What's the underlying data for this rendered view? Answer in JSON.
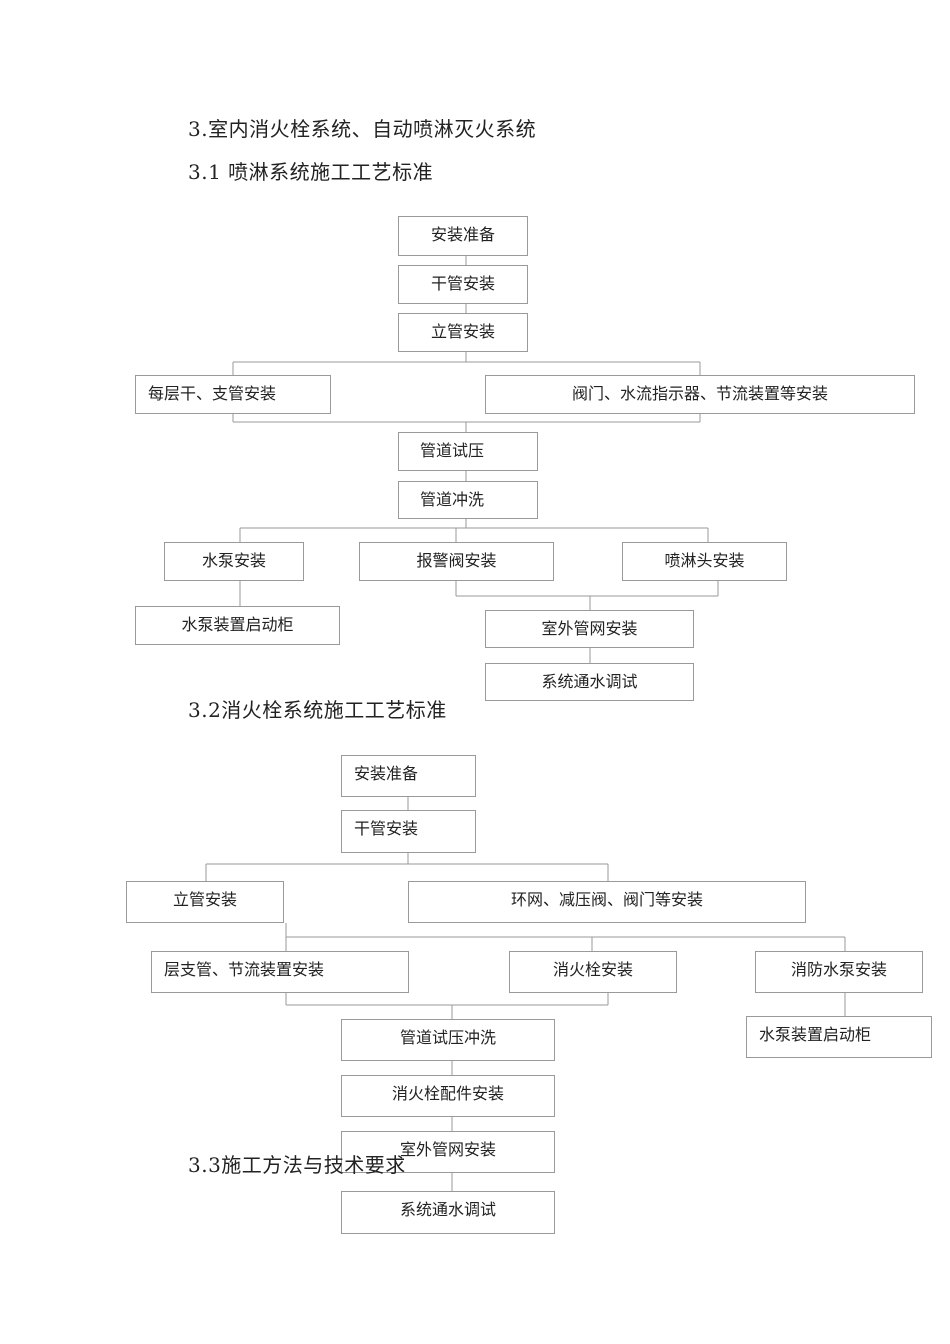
{
  "headings": {
    "h3": "3.室内消火栓系统、自动喷淋灭火系统",
    "h31": "3.1 喷淋系统施工工艺标准",
    "h32": "3.2消火栓系统施工工艺标准",
    "h33": "3.3施工方法与技术要求"
  },
  "sprinkler_flow": {
    "prepare": "安装准备",
    "main_pipe": "干管安装",
    "riser": "立管安装",
    "branch": "每层干、支管安装",
    "valves": "阀门、水流指示器、节流装置等安装",
    "pressure_test": "管道试压",
    "flush": "管道冲洗",
    "pump": "水泵安装",
    "alarm_valve": "报警阀安装",
    "sprinkler_head": "喷淋头安装",
    "pump_cabinet": "水泵装置启动柜",
    "outdoor_net": "室外管网安装",
    "commissioning": "系统通水调试"
  },
  "hydrant_flow": {
    "prepare": "安装准备",
    "main_pipe": "干管安装",
    "riser": "立管安装",
    "ring_net": "环网、减压阀、阀门等安装",
    "floor_branch": "层支管、节流装置安装",
    "hydrant": "消火栓安装",
    "fire_pump": "消防水泵安装",
    "pump_cabinet": "水泵装置启动柜",
    "pressure_flush": "管道试压冲洗",
    "fittings": "消火栓配件安装",
    "outdoor_net": "室外管网安装",
    "commissioning": "系统通水调试"
  }
}
